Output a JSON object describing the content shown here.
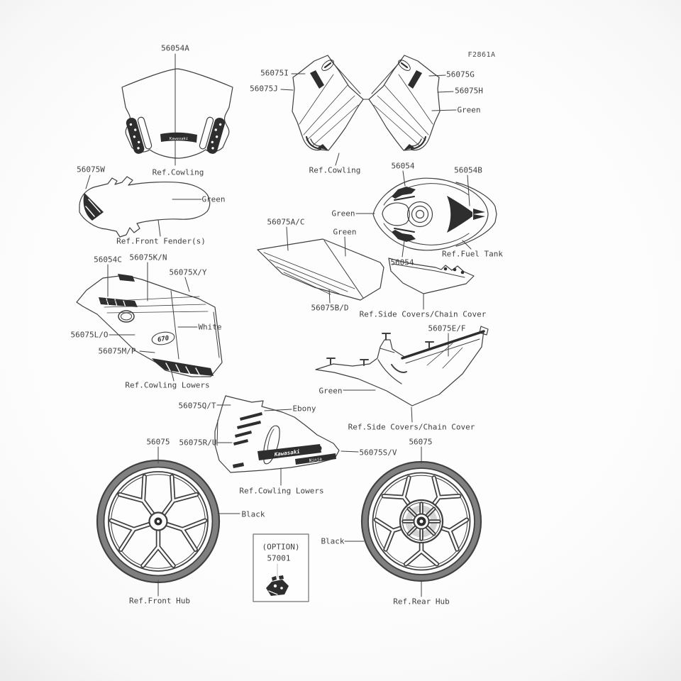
{
  "colors": {
    "ink": "#3f3f3f",
    "decal_dark": "#2e2e2e",
    "background": "#fcfcfc"
  },
  "figure_code": "F2861A",
  "windscreen": {
    "part": "56054A",
    "ref": "Ref.Cowling"
  },
  "upper_cowling": {
    "left_upper": "56075I",
    "left_lower": "56075J",
    "right_upper": "56075G",
    "right_lower": "56075H",
    "color": "Green",
    "ref": "Ref.Cowling"
  },
  "front_fender": {
    "part": "56075W",
    "color": "Green",
    "ref": "Ref.Front Fender(s)"
  },
  "fuel_tank": {
    "part_top": "56054",
    "part_right": "56054B",
    "part_bottom": "56054",
    "color": "Green",
    "ref": "Ref.Fuel Tank"
  },
  "side_covers_upper": {
    "part_front": "56075A/C",
    "part_rear": "56075B/D",
    "color": "Green",
    "ref": "Ref.Side Covers/Chain Cover"
  },
  "cowling_lowers_left": {
    "part1": "56054C",
    "part2": "56075K/N",
    "part3": "56075X/Y",
    "part4": "56075L/O",
    "part5": "56075M/P",
    "color": "White",
    "ref": "Ref.Cowling Lowers"
  },
  "side_cover_chain": {
    "part": "56075E/F",
    "color": "Green",
    "ref": "Ref.Side Covers/Chain Cover"
  },
  "cowling_lowers_bottom": {
    "part1": "56075Q/T",
    "part2": "56075R/U",
    "part3": "56075S/V",
    "color": "Ebony",
    "ref": "Ref.Cowling Lowers"
  },
  "front_wheel": {
    "part": "56075",
    "color": "Black",
    "ref": "Ref.Front Hub"
  },
  "rear_wheel": {
    "part": "56075",
    "color": "Black",
    "ref": "Ref.Rear Hub"
  },
  "option_box": {
    "tag": "(OPTION)",
    "part": "57001"
  },
  "decals": {
    "brand": "Kawasaki",
    "model": "Ninja",
    "badge": "670"
  }
}
